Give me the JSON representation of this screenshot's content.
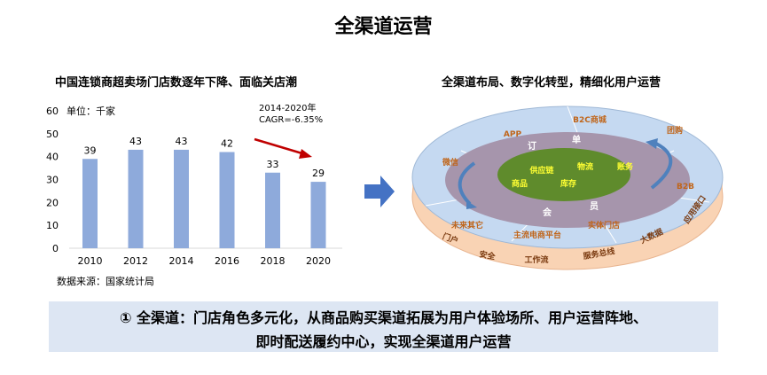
{
  "title": "全渠道运营",
  "chart_data": {
    "type": "bar",
    "title": "中国连锁商超卖场门店数逐年下降、面临关店潮",
    "unit_label": "单位：千家",
    "categories": [
      "2010",
      "2012",
      "2014",
      "2016",
      "2018",
      "2020"
    ],
    "values": [
      39,
      43,
      43,
      42,
      33,
      29
    ],
    "ylim": [
      0,
      60
    ],
    "yticks": [
      0,
      10,
      20,
      30,
      40,
      50,
      60
    ],
    "grid": false,
    "bar_color": "#8eaadb",
    "annotation": {
      "line1": "2014-2020年",
      "line2": "CAGR=-6.35%",
      "arrow_color": "#c00000"
    },
    "source": "数据来源：国家统计局"
  },
  "diagram": {
    "title": "全渠道布局、数字化转型，精细化用户运营",
    "outer_labels": [
      "B2C商城",
      "APP",
      "团购",
      "微信",
      "B2B",
      "未来其它",
      "主流电商平台",
      "实体门店"
    ],
    "side_labels": [
      "门户",
      "安全",
      "工作流",
      "服务总线",
      "大数据",
      "应用接口"
    ],
    "middle_labels": [
      "订",
      "单",
      "会",
      "员"
    ],
    "core_labels": [
      "供应链",
      "物流",
      "账务",
      "商品",
      "库存"
    ],
    "colors": {
      "outer": "#c5d9f1",
      "middle": "#a695ac",
      "core": "#5f8b2c",
      "side": "#f9d3b4",
      "label": "#c0651a",
      "core_text": "#ffff33"
    }
  },
  "summary": {
    "line1": "① 全渠道：门店角色多元化，从商品购买渠道拓展为用户体验场所、用户运营阵地、",
    "line2": "即时配送履约中心，实现全渠道用户运营"
  }
}
